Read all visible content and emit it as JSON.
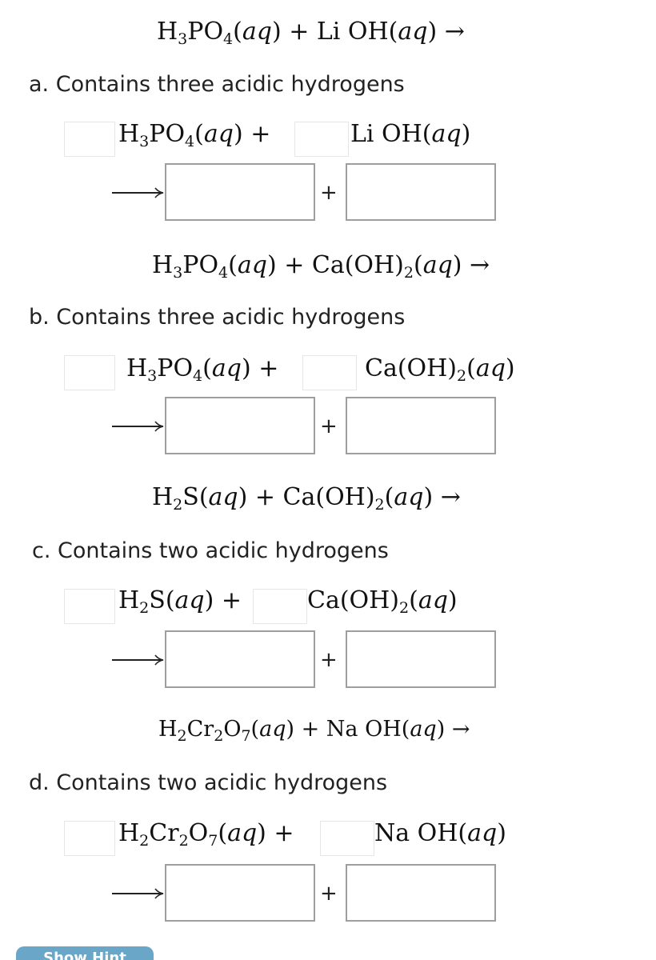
{
  "problems": [
    {
      "header": {
        "acid_formula": "H₃PO₄",
        "base_formula": "Li OH",
        "phase": "aq"
      },
      "label": "a. Contains three acidic hydrogens",
      "reactants": {
        "acid": "H₃PO₄",
        "base": "Li OH",
        "phase": "aq"
      },
      "plus": "+"
    },
    {
      "header": {
        "acid_formula": "H₃PO₄",
        "base_formula": "Ca(OH)₂",
        "phase": "aq"
      },
      "label": "b. Contains three acidic hydrogens",
      "reactants": {
        "acid": "H₃PO₄",
        "base": "Ca(OH)₂",
        "phase": "aq"
      },
      "plus": "+"
    },
    {
      "header": {
        "acid_formula": "H₂S",
        "base_formula": "Ca(OH)₂",
        "phase": "aq"
      },
      "label": "c. Contains two acidic hydrogens",
      "reactants": {
        "acid": "H₂S",
        "base": "Ca(OH)₂",
        "phase": "aq"
      },
      "plus": "+"
    },
    {
      "header": {
        "acid_formula": "H₂Cr₂O₇",
        "base_formula": "Na OH",
        "phase": "aq"
      },
      "label": "d. Contains two acidic hydrogens",
      "reactants": {
        "acid": "H₂Cr₂O₇",
        "base": "Na OH",
        "phase": "aq"
      },
      "plus": "+"
    }
  ],
  "show_hint_label": "Show Hint"
}
